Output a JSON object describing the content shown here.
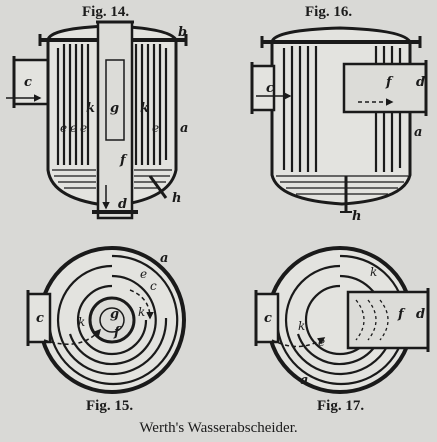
{
  "figures": {
    "fig14": {
      "label": "Fig. 14.",
      "letters": {
        "b": "b",
        "c": "c",
        "k1": "k",
        "g": "g",
        "k2": "k",
        "e1": "e",
        "e2": "e",
        "e3": "e",
        "e4": "e",
        "a": "a",
        "f": "f",
        "d": "d",
        "h": "h"
      }
    },
    "fig16": {
      "label": "Fig. 16.",
      "letters": {
        "c": "c",
        "f": "f",
        "d": "d",
        "a": "a",
        "h": "h"
      }
    },
    "fig15": {
      "label": "Fig. 15.",
      "letters": {
        "a": "a",
        "c1": "c",
        "e": "e",
        "c2": "c",
        "k1": "k",
        "g": "g",
        "k2": "k",
        "f": "f"
      }
    },
    "fig17": {
      "label": "Fig. 17.",
      "letters": {
        "k1": "k",
        "c": "c",
        "k2": "k",
        "e": "e",
        "f": "f",
        "d": "d",
        "a": "a"
      }
    }
  },
  "caption": "Werth's Wasserabscheider."
}
